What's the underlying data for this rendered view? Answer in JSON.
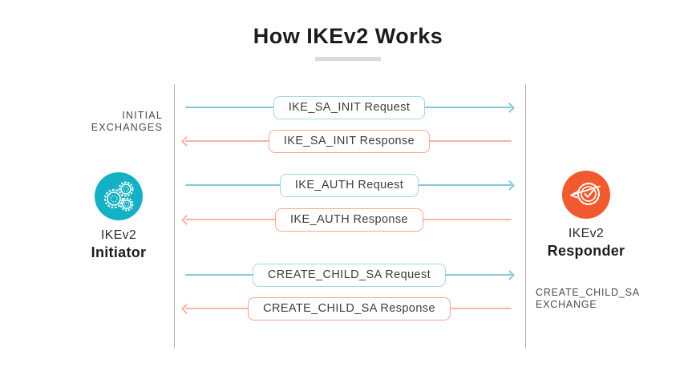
{
  "title": "How IKEv2 Works",
  "entities": {
    "initiator": {
      "name": "IKEv2",
      "role": "Initiator",
      "icon": "gears-icon",
      "circle_color": "#14b1c5"
    },
    "responder": {
      "name": "IKEv2",
      "role": "Responder",
      "icon": "verified-badge-icon",
      "circle_color": "#f15a2e"
    }
  },
  "groups": {
    "initial": {
      "line1": "INITIAL",
      "line2": "EXCHANGES"
    },
    "create_child": {
      "line1": "CREATE_CHILD_SA",
      "line2": "EXCHANGE"
    }
  },
  "messages": [
    {
      "text": "IKE_SA_INIT Request",
      "direction": "right",
      "color": "#85c5de"
    },
    {
      "text": "IKE_SA_INIT Response",
      "direction": "left",
      "color": "#f6b4a2"
    },
    {
      "text": "IKE_AUTH Request",
      "direction": "right",
      "color": "#85c5de"
    },
    {
      "text": "IKE_AUTH Response",
      "direction": "left",
      "color": "#f6b4a2"
    },
    {
      "text": "CREATE_CHILD_SA Request",
      "direction": "right",
      "color": "#85c5de"
    },
    {
      "text": "CREATE_CHILD_SA Response",
      "direction": "left",
      "color": "#f6b4a2"
    }
  ],
  "colors": {
    "request_line": "#85c5de",
    "response_line": "#f6b4a2",
    "request_border": "#9fd6e7",
    "response_border": "#f5a58f",
    "lifeline": "#b5b5b5",
    "title_underline": "#dbdbdb"
  }
}
